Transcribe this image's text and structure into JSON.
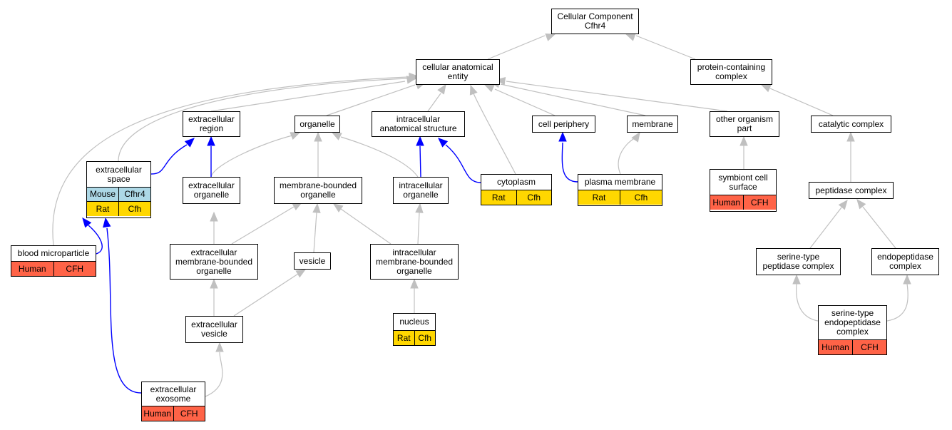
{
  "colors": {
    "is_a_edge": "#c0c0c0",
    "part_of_edge": "#0000ff",
    "node_border": "#000000",
    "mouse": "#add8e6",
    "rat": "#ffd700",
    "human": "#ff6347"
  },
  "nodes": {
    "root": {
      "label": "Cellular Component\nCfhr4"
    },
    "cae": {
      "label": "cellular anatomical\nentity"
    },
    "pcc": {
      "label": "protein-containing\ncomplex"
    },
    "exreg": {
      "label": "extracellular\nregion"
    },
    "organelle": {
      "label": "organelle"
    },
    "ias": {
      "label": "intracellular\nanatomical structure"
    },
    "cellper": {
      "label": "cell periphery"
    },
    "membrane": {
      "label": "membrane"
    },
    "oop": {
      "label": "other organism\npart"
    },
    "catcx": {
      "label": "catalytic complex"
    },
    "exspace": {
      "label": "extracellular\nspace",
      "rows": [
        [
          "Mouse",
          "Cfhr4"
        ],
        [
          "Rat",
          "Cfh"
        ]
      ]
    },
    "exorg": {
      "label": "extracellular\norganelle"
    },
    "mbo": {
      "label": "membrane-bounded\norganelle"
    },
    "intorg": {
      "label": "intracellular\norganelle"
    },
    "cytoplasm": {
      "label": "cytoplasm",
      "rows": [
        [
          "Rat",
          "Cfh"
        ]
      ]
    },
    "plasmamem": {
      "label": "plasma membrane",
      "rows": [
        [
          "Rat",
          "Cfh"
        ]
      ]
    },
    "symb": {
      "label": "symbiont cell\nsurface",
      "rows": [
        [
          "Human",
          "CFH"
        ]
      ]
    },
    "pepcx": {
      "label": "peptidase complex"
    },
    "bmp": {
      "label": "blood microparticle",
      "rows": [
        [
          "Human",
          "CFH"
        ]
      ]
    },
    "exmbo": {
      "label": "extracellular\nmembrane-bounded\norganelle"
    },
    "vesicle": {
      "label": "vesicle"
    },
    "intmbo": {
      "label": "intracellular\nmembrane-bounded\norganelle"
    },
    "stpc": {
      "label": "serine-type\npeptidase complex"
    },
    "endopc": {
      "label": "endopeptidase\ncomplex"
    },
    "exves": {
      "label": "extracellular\nvesicle"
    },
    "nucleus": {
      "label": "nucleus",
      "rows": [
        [
          "Rat",
          "Cfh"
        ]
      ]
    },
    "stepc": {
      "label": "serine-type\nendopeptidase\ncomplex",
      "rows": [
        [
          "Human",
          "CFH"
        ]
      ]
    },
    "exosome": {
      "label": "extracellular\nexosome",
      "rows": [
        [
          "Human",
          "CFH"
        ]
      ]
    }
  }
}
